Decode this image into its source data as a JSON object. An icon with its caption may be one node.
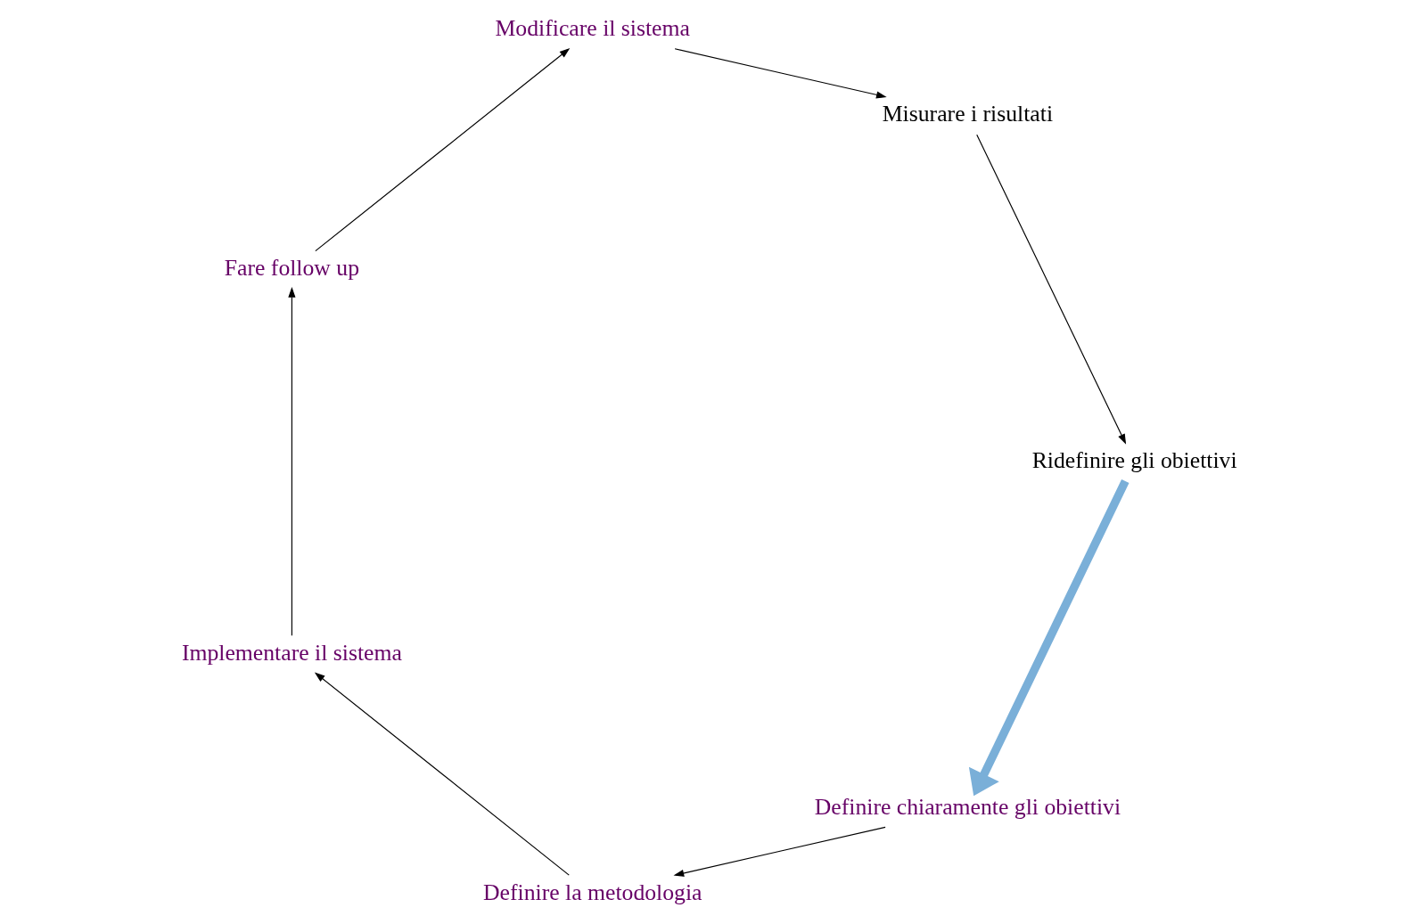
{
  "diagram": {
    "nodes": [
      {
        "text": [
          "Definire chiaramente gli obiettivi"
        ]
      },
      {
        "text": [
          "Definire la metodologia"
        ]
      },
      {
        "text": [
          "Implementare il sistema"
        ]
      },
      {
        "text": [
          "Fare follow up"
        ]
      },
      {
        "text": [
          "Modificare il sistema"
        ]
      },
      {
        "text": [
          "Misurare i risultati"
        ]
      },
      {
        "text": [
          "Ridefinire gli obiettivi"
        ]
      }
    ],
    "edges": [
      {
        "from": 0,
        "to": 1,
        "arrow": "to"
      },
      {
        "from": 1,
        "to": 2,
        "arrow": "to"
      },
      {
        "from": 2,
        "to": 3,
        "arrow": "to"
      },
      {
        "from": 3,
        "to": 4,
        "arrow": "to"
      },
      {
        "from": 4,
        "to": 5,
        "arrow": "to"
      },
      {
        "from": 5,
        "to": 6,
        "arrow": "to"
      },
      {
        "from": 6,
        "to": 0,
        "arrow": "to",
        "style": "thick",
        "color": "#7aafd8"
      }
    ]
  }
}
